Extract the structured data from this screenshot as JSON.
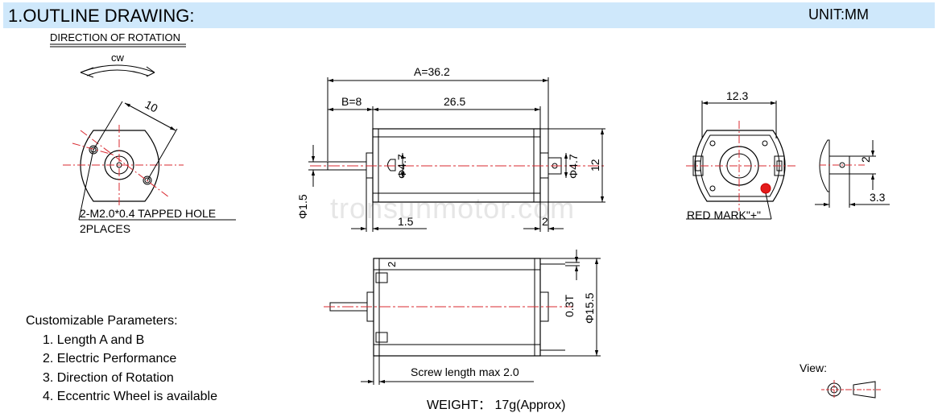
{
  "header": {
    "title": "1.OUTLINE DRAWING:",
    "unit": "UNIT:MM"
  },
  "watermark": "tronsunmotor.com",
  "front_view": {
    "direction_label": "DIRECTION OF ROTATION",
    "cw_label": "cw",
    "hole_spacing": "10",
    "tapped_hole_line1": "2-M2.0*0.4 TAPPED HOLE",
    "tapped_hole_line2": "2PLACES"
  },
  "side_view": {
    "total_length": "A=36.2",
    "shaft_length": "B=8",
    "body_length": "26.5",
    "boss_dia_front": "Φ4.7",
    "boss_dia_rear": "Φ4.7",
    "height": "12",
    "shaft_dia": "Φ1.5",
    "front_boss_len": "1.5",
    "rear_boss_len": "2"
  },
  "rear_view": {
    "width": "12.3",
    "red_mark": "RED MARK\"+\""
  },
  "terminal_view": {
    "dim_2": "2",
    "dim_33": "3.3"
  },
  "top_view": {
    "thickness": "0.3T",
    "diameter": "Φ15.5",
    "screw_note": "Screw length max 2.0",
    "small_2": "2"
  },
  "customizable": {
    "title": "Customizable Parameters:",
    "items": [
      "1. Length A and B",
      "2. Electric Performance",
      "3. Direction of Rotation",
      "4. Eccentric Wheel is available"
    ]
  },
  "view_label": "View:",
  "weight": "WEIGHT： 17g(Approx)",
  "colors": {
    "header_bg": "#cfe8fb",
    "red_mark": "#e31b1b",
    "centerline": "#d9282f"
  }
}
